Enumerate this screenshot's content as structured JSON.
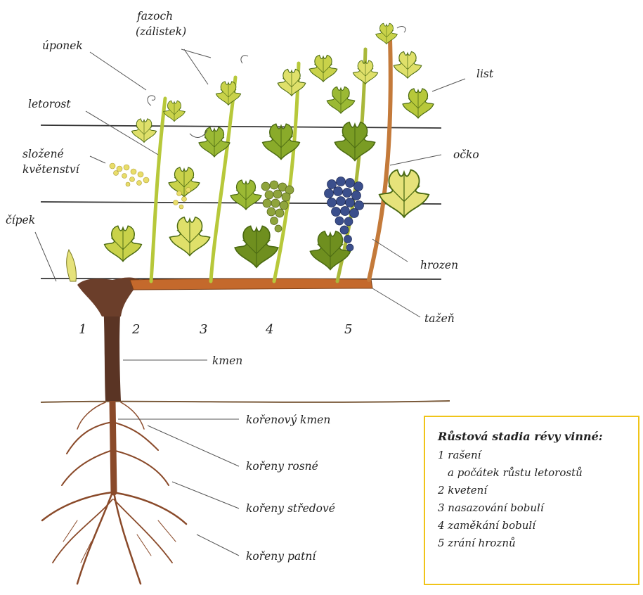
{
  "labels": {
    "uponek": "úponek",
    "fazoch_1": "fazoch",
    "fazoch_2": "(zálistek)",
    "letorost": "letorost",
    "slozene_1": "složené",
    "slozene_2": "květenství",
    "cipek": "čípek",
    "list": "list",
    "ocko": "očko",
    "hrozen": "hrozen",
    "tazen": "tažeň",
    "kmen": "kmen",
    "korenovy_kmen": "kořenový kmen",
    "koreny_rosne": "kořeny rosné",
    "koreny_stredove": "kořeny středové",
    "koreny_patni": "kořeny patní"
  },
  "stages": [
    "1",
    "2",
    "3",
    "4",
    "5"
  ],
  "legend": {
    "title": "Růstová stadia révy vinné:",
    "items": [
      "1 rašení",
      "a počátek růstu letorostů",
      "2 kvetení",
      "3 nasazování bobulí",
      "4 zaměkání bobulí",
      "5 zrání hroznů"
    ]
  },
  "colors": {
    "leaf_light": "#e6e27a",
    "leaf_mid": "#b7c83a",
    "leaf_dark": "#6f8f1f",
    "cane": "#c4692c",
    "trunk": "#5a3424",
    "root": "#8a4a2a",
    "grapes_green": "#8fa43c",
    "grapes_blue": "#3b4f8c",
    "legend_border": "#f0c419"
  }
}
